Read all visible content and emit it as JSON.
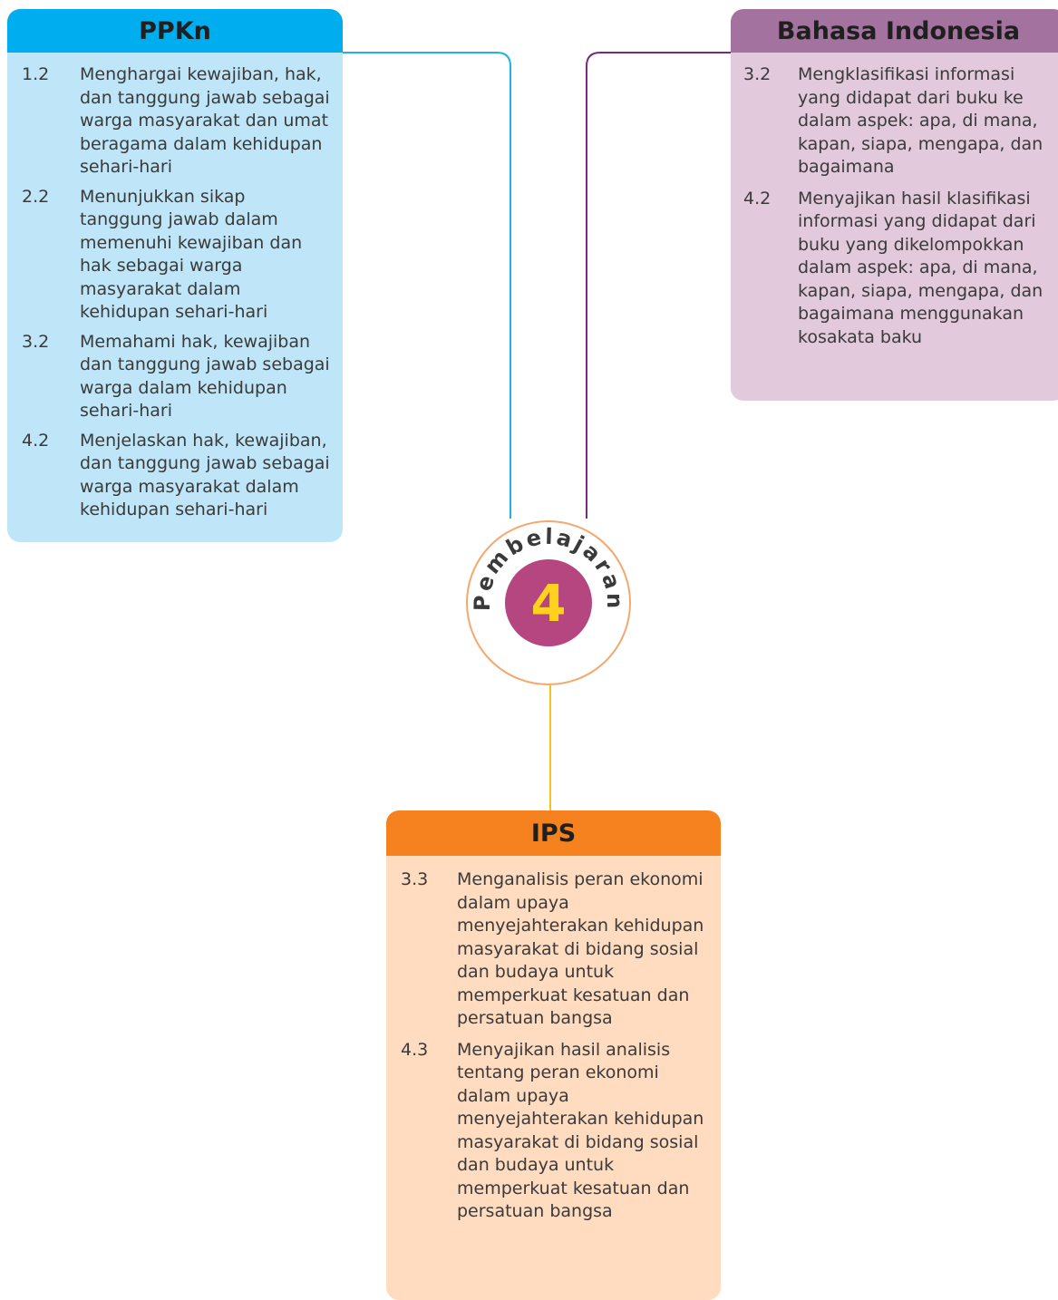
{
  "center": {
    "label": "Pembelajaran",
    "number": "4"
  },
  "boxes": {
    "ppkn": {
      "title": "PPKn",
      "items": [
        {
          "num": "1.2",
          "text": "Menghargai kewajiban, hak, dan tanggung jawab sebagai warga masyarakat dan umat beragama dalam kehidupan sehari-hari"
        },
        {
          "num": "2.2",
          "text": "Menunjukkan sikap tanggung jawab dalam memenuhi kewajiban dan hak sebagai warga masyarakat dalam kehidupan sehari-hari"
        },
        {
          "num": "3.2",
          "text": "Memahami hak, kewajiban dan tanggung jawab sebagai warga dalam kehidupan sehari-hari"
        },
        {
          "num": "4.2",
          "text": "Menjelaskan hak, kewajiban, dan tanggung jawab sebagai warga masyarakat dalam kehidupan sehari-hari"
        }
      ]
    },
    "bahasa": {
      "title": "Bahasa Indonesia",
      "items": [
        {
          "num": "3.2",
          "text": "Mengklasifikasi informasi yang didapat dari buku ke dalam aspek: apa, di mana, kapan, siapa, mengapa, dan bagaimana"
        },
        {
          "num": "4.2",
          "text": "Menyajikan hasil klasifikasi informasi yang didapat dari buku yang dikelompokkan dalam aspek: apa, di mana, kapan, siapa, mengapa, dan bagaimana menggunakan kosakata baku"
        }
      ]
    },
    "ips": {
      "title": "IPS",
      "items": [
        {
          "num": "3.3",
          "text": "Menganalisis peran ekonomi dalam upaya menyejahterakan kehidupan masyarakat di bidang sosial dan budaya untuk memperkuat kesatuan dan persatuan bangsa"
        },
        {
          "num": "4.3",
          "text": "Menyajikan hasil analisis tentang peran ekonomi dalam upaya menyejahterakan kehidupan masyarakat di bidang sosial dan budaya untuk memperkuat kesatuan dan persatuan bangsa"
        }
      ]
    }
  },
  "colors": {
    "ppkn_header": "#00aeef",
    "ppkn_body": "#bfe6f8",
    "bahasa_header": "#a3729f",
    "bahasa_body": "#e2c9dc",
    "ips_header": "#f5821f",
    "ips_body": "#ffdcc0",
    "badge_ring": "#f3a86e",
    "badge_center": "#b5467f",
    "badge_number": "#ffd21f"
  }
}
